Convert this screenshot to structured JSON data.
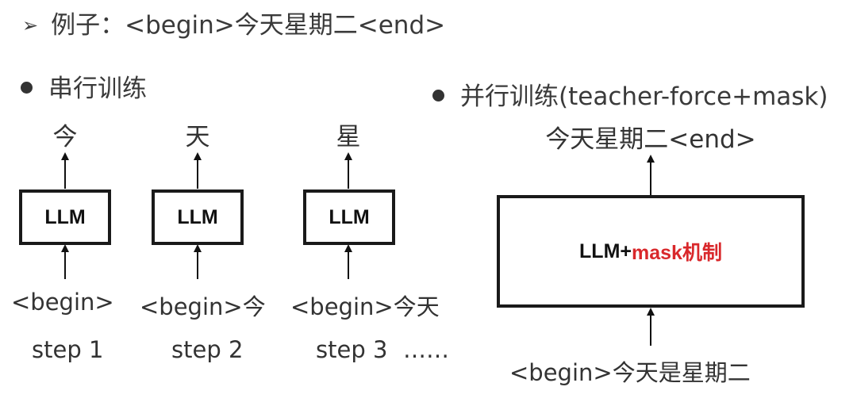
{
  "example_line": {
    "bullet_icon": "triangle-right-icon",
    "text": "例子：<begin>今天星期二<end>"
  },
  "serial": {
    "heading": "串行训练",
    "steps": [
      {
        "output": "今",
        "model": "LLM",
        "input": "<begin>",
        "label": "step 1"
      },
      {
        "output": "天",
        "model": "LLM",
        "input": "<begin>今",
        "label": "step 2"
      },
      {
        "output": "星",
        "model": "LLM",
        "input": "<begin>今天",
        "label": "step 3"
      }
    ],
    "ellipsis": "……"
  },
  "parallel": {
    "heading": "并行训练(teacher-force+mask)",
    "output": "今天星期二<end>",
    "model_prefix": "LLM+",
    "model_highlight": "mask机制",
    "highlight_color": "#d9282b",
    "input": "<begin>今天是星期二"
  }
}
